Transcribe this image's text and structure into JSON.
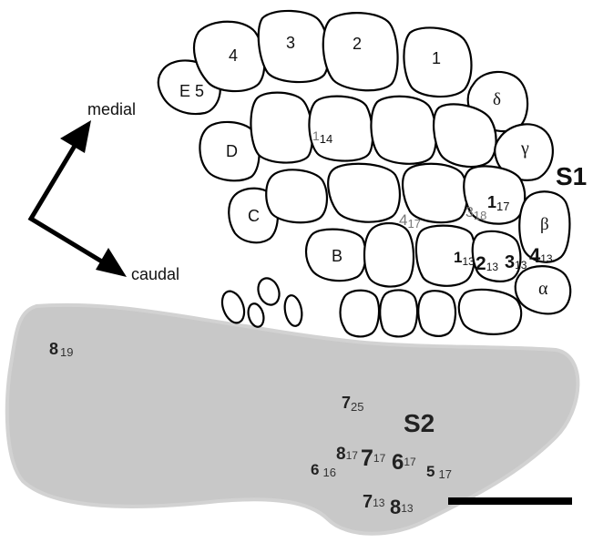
{
  "areas": {
    "s1": "S1",
    "s2": "S2"
  },
  "orientation": {
    "medial": "medial",
    "caudal": "caudal"
  },
  "barrel_labels": {
    "e5": "E 5",
    "d": "D",
    "c": "C",
    "b": "B",
    "r4": "4",
    "r3": "3",
    "r2": "2",
    "r1": "1",
    "delta": "δ",
    "gamma": "γ",
    "beta": "β",
    "alpha": "α"
  },
  "s1_sites": [
    {
      "main": "1",
      "sub": "14"
    },
    {
      "main": "1",
      "sub": "17"
    },
    {
      "main": "4",
      "sub": "17"
    },
    {
      "main": "3",
      "sub": "18"
    },
    {
      "main": "1",
      "sub": "13"
    },
    {
      "main": "2",
      "sub": "13"
    },
    {
      "main": "3",
      "sub": "13"
    },
    {
      "main": "4",
      "sub": "13"
    }
  ],
  "s2_sites": [
    {
      "main": "8",
      "sub": "19"
    },
    {
      "main": "7",
      "sub": "25"
    },
    {
      "main": "8",
      "sub": "17"
    },
    {
      "main": "7",
      "sub": "17"
    },
    {
      "main": "6",
      "sub": "17"
    },
    {
      "main": "6",
      "sub": "16"
    },
    {
      "main": "5",
      "sub": "17"
    },
    {
      "main": "7",
      "sub": "13"
    },
    {
      "main": "8",
      "sub": "13"
    }
  ]
}
